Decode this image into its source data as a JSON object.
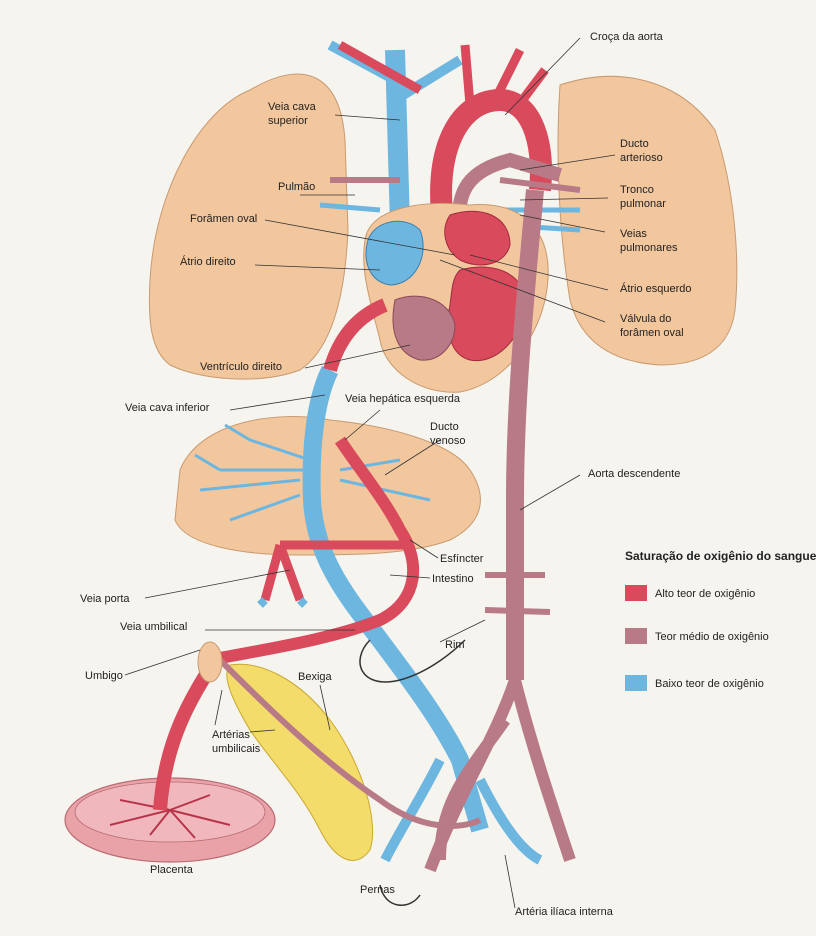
{
  "labels": {
    "croca_aorta": "Croça da aorta",
    "veia_cava_superior_1": "Veia cava",
    "veia_cava_superior_2": "superior",
    "ducto_arterioso_1": "Ducto",
    "ducto_arterioso_2": "arterioso",
    "pulmao": "Pulmão",
    "tronco_pulmonar_1": "Tronco",
    "tronco_pulmonar_2": "pulmonar",
    "foramen_oval": "Forâmen oval",
    "veias_pulmonares_1": "Veias",
    "veias_pulmonares_2": "pulmonares",
    "atrio_direito": "Átrio direito",
    "atrio_esquerdo": "Átrio esquerdo",
    "valvula_1": "Válvula do",
    "valvula_2": "forâmen oval",
    "ventriculo_direito": "Ventrículo direito",
    "veia_cava_inferior": "Veia cava inferior",
    "veia_hepatica": "Veia hepática esquerda",
    "ducto_venoso_1": "Ducto",
    "ducto_venoso_2": "venoso",
    "aorta_descendente": "Aorta descendente",
    "esfincter": "Esfíncter",
    "intestino": "Intestino",
    "veia_porta": "Veia porta",
    "veia_umbilical": "Veia umbilical",
    "rim": "Rim",
    "umbigo": "Umbigo",
    "bexiga": "Bexiga",
    "arterias_umbilicais_1": "Artérias",
    "arterias_umbilicais_2": "umbilicais",
    "placenta": "Placenta",
    "pernas": "Pernas",
    "arteria_iliaca": "Artéria ilíaca interna"
  },
  "legend": {
    "title": "Saturação de oxigênio do sangue",
    "items": [
      {
        "label": "Alto teor de oxigênio",
        "color": "#d94a5c"
      },
      {
        "label": "Teor médio de oxigênio",
        "color": "#b87a86"
      },
      {
        "label": "Baixo teor de oxigênio",
        "color": "#6cb6e0"
      }
    ]
  },
  "colors": {
    "high": "#d94a5c",
    "medium": "#b87a86",
    "low": "#6cb6e0",
    "organ": "#f2c79e",
    "bladder": "#f3dc6a"
  }
}
